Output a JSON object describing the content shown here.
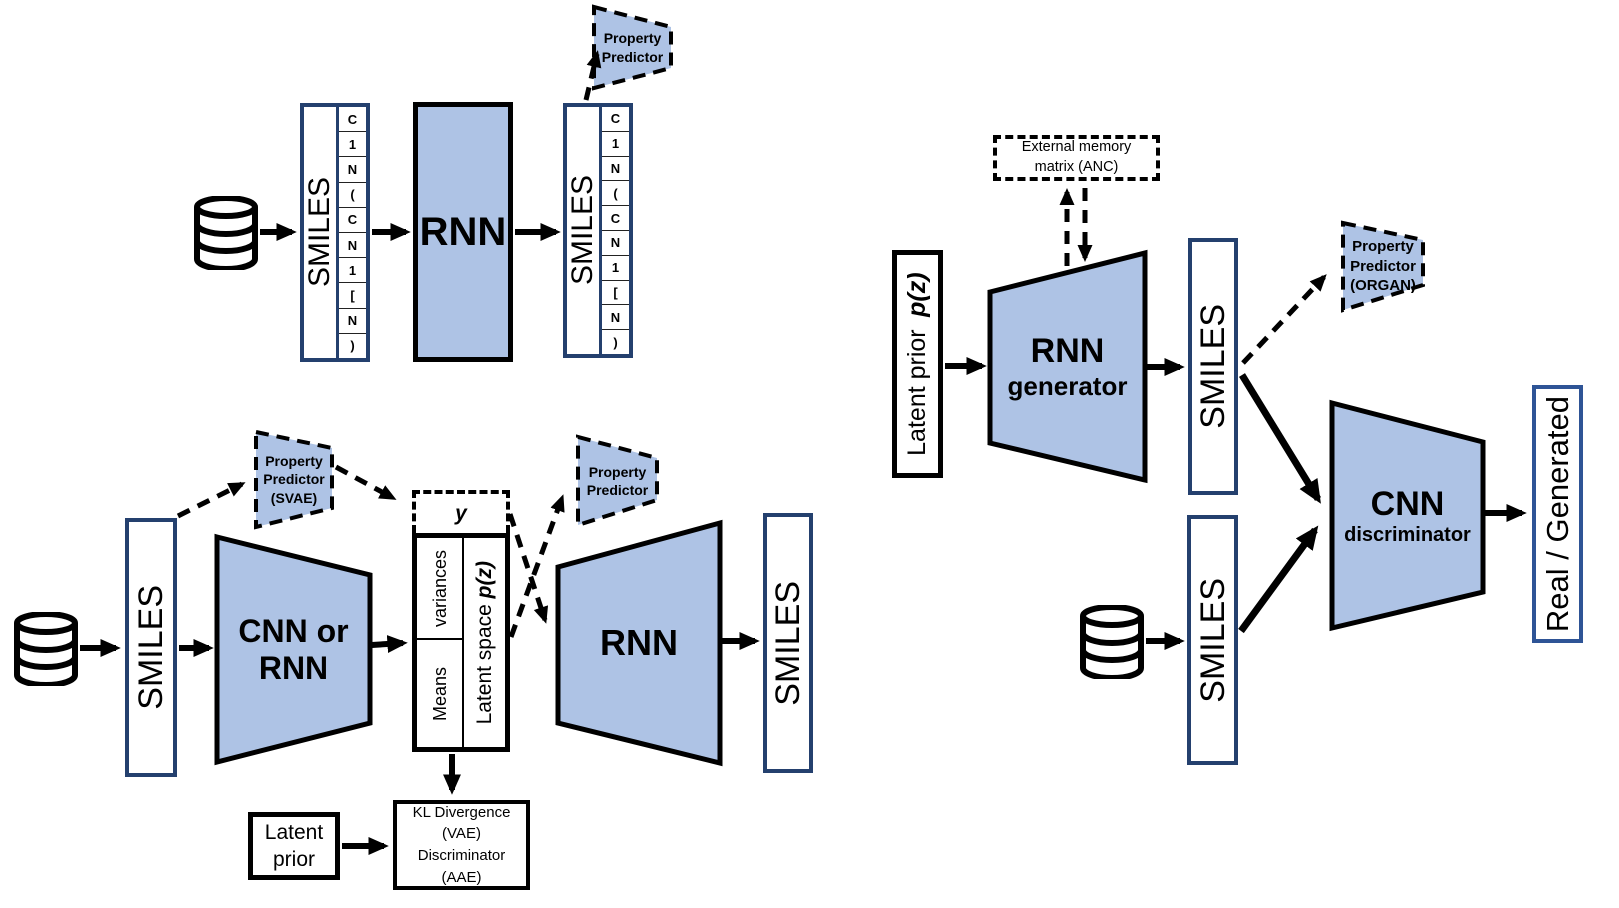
{
  "colors": {
    "shape_fill": "#aec3e5",
    "navy_border": "#24406e",
    "realgen_border": "#2e5496",
    "line_black": "#000000"
  },
  "d1": {
    "smiles_in": "SMILES",
    "smiles_out": "SMILES",
    "tokens": [
      "C",
      "1",
      "N",
      "(",
      "C",
      "N",
      "1",
      "[",
      "N",
      ")"
    ],
    "rnn": "RNN",
    "pp": {
      "l1": "Property",
      "l2": "Predictor"
    }
  },
  "d2": {
    "smiles_in": "SMILES",
    "smiles_out": "SMILES",
    "encoder_l1": "CNN or",
    "encoder_l2": "RNN",
    "pp_svae": {
      "l1": "Property",
      "l2": "Predictor",
      "l3": "(SVAE)"
    },
    "pp_mid": {
      "l1": "Property",
      "l2": "Predictor"
    },
    "y_label": "y",
    "variances": "variances",
    "means": "Means",
    "latent_space_prefix": "Latent space ",
    "pz": "p(z)",
    "decoder": "RNN",
    "latent_prior_l1": "Latent",
    "latent_prior_l2": "prior",
    "kl": {
      "l1": "KL Divergence",
      "l2": "(VAE)",
      "l3": "Discriminator",
      "l4": "(AAE)"
    }
  },
  "d3": {
    "memory_l1": "External memory",
    "memory_l2": "matrix (ANC)",
    "latent_prior_prefix": "Latent prior ",
    "pz": "p(z)",
    "gen_l1": "RNN",
    "gen_l2": "generator",
    "smiles_top": "SMILES",
    "smiles_bottom": "SMILES",
    "pp_organ": {
      "l1": "Property",
      "l2": "Predictor",
      "l3": "(ORGAN)"
    },
    "disc_l1": "CNN",
    "disc_l2": "discriminator",
    "real_generated": "Real / Generated"
  }
}
